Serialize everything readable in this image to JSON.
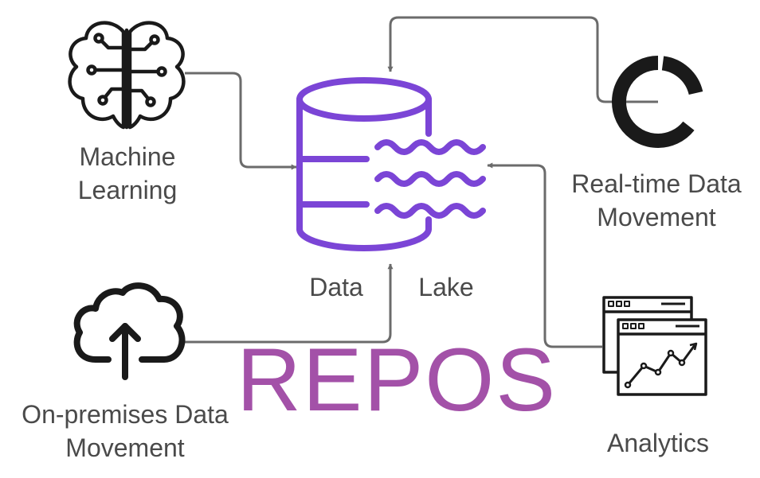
{
  "nodes": {
    "machine_learning": {
      "line1": "Machine",
      "line2": "Learning"
    },
    "data_lake": {
      "word1": "Data",
      "word2": "Lake"
    },
    "realtime": {
      "line1": "Real-time Data",
      "line2": "Movement"
    },
    "onprem": {
      "line1": "On-premises Data",
      "line2": "Movement"
    },
    "analytics": {
      "label": "Analytics"
    }
  },
  "watermark": "REPOS",
  "colors": {
    "connector": "#6b6b6b",
    "icon": "#1a1a1a",
    "lake": "#7b45d6",
    "label": "#4a4a4a",
    "watermark": "#a351a8"
  },
  "icons": {
    "brain": "brain-circuit-icon",
    "database": "database-waves-icon",
    "realtime": "partial-ring-icon",
    "cloud": "cloud-upload-icon",
    "analytics": "dashboard-chart-icon"
  }
}
